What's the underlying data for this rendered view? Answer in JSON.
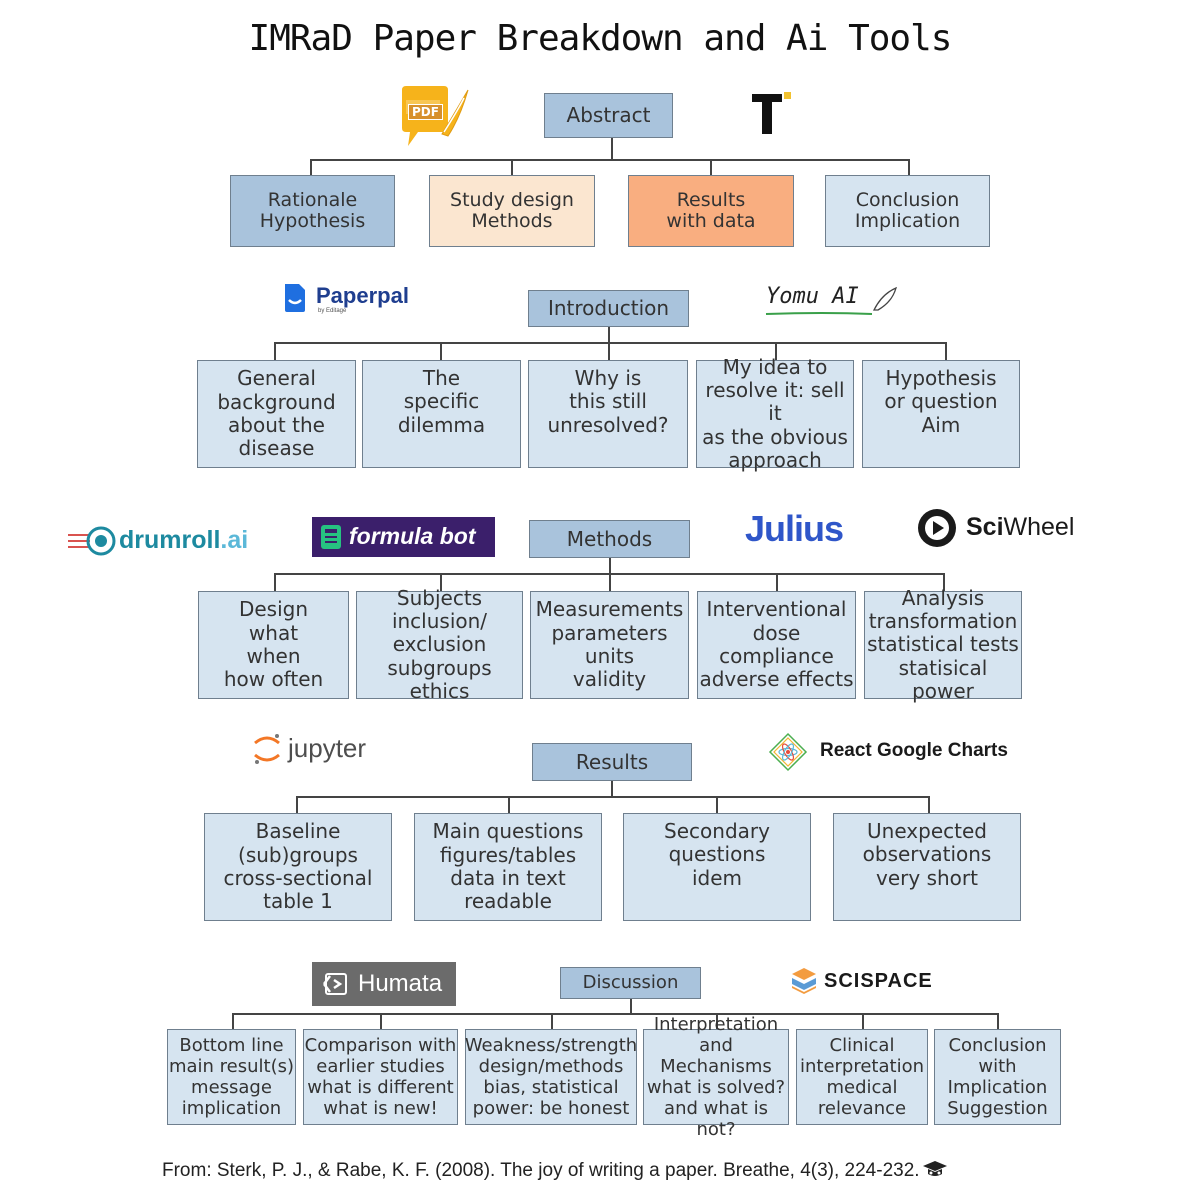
{
  "title": "IMRaD Paper Breakdown and Ai Tools",
  "abstract": {
    "head": "Abstract",
    "items": [
      "Rationale\nHypothesis",
      "Study design\nMethods",
      "Results\nwith data",
      "Conclusion\nImplication"
    ]
  },
  "introduction": {
    "head": "Introduction",
    "items": [
      "General\nbackground\nabout the\ndisease",
      "The\nspecific\ndilemma",
      "Why is\nthis still\nunresolved?",
      "My idea to\nresolve it: sell it\nas the obvious\napproach",
      "Hypothesis\nor question\nAim"
    ]
  },
  "methods": {
    "head": "Methods",
    "items": [
      "Design\nwhat\nwhen\nhow often",
      "Subjects\ninclusion/\nexclusion\nsubgroups ethics",
      "Measurements\nparameters\nunits\nvalidity",
      "Interventional\ndose\ncompliance\nadverse effects",
      "Analysis\ntransformation\nstatistical tests\nstatisical power"
    ]
  },
  "results": {
    "head": "Results",
    "items": [
      "Baseline\n(sub)groups\ncross-sectional\ntable 1",
      "Main questions\nfigures/tables\ndata in text\nreadable",
      "Secondary\nquestions\nidem",
      "Unexpected\nobservations\nvery short"
    ]
  },
  "discussion": {
    "head": "Discussion",
    "items": [
      "Bottom line\nmain result(s)\nmessage\nimplication",
      "Comparison with\nearlier studies\nwhat is different\nwhat is new!",
      "Weakness/strength\ndesign/methods\nbias, statistical\npower: be honest",
      "Interpretation\nand Mechanisms\nwhat is solved?\nand what is not?",
      "Clinical\ninterpretation\nmedical\nrelevance",
      "Conclusion\nwith\nImplication\nSuggestion"
    ]
  },
  "tools": {
    "pdf_badge": "PDF",
    "paperpal": "Paperpal",
    "paperpal_sub": "by Editage",
    "yomu": "Yomu AI",
    "drumroll_main": "drumroll",
    "drumroll_tld": ".ai",
    "formulabot": "formula bot",
    "julius": "Julius",
    "sciwheel_a": "Sci",
    "sciwheel_b": "Wheel",
    "jupyter": "jupyter",
    "react_charts": "React Google Charts",
    "humata": "Humata",
    "scispace": "SCISPACE"
  },
  "footer": "From: Sterk, P. J., & Rabe, K. F. (2008). The joy of writing a paper. Breathe, 4(3), 224-232.",
  "colors": {
    "head_blue": "#a9c3dc",
    "light_blue": "#d6e4f0",
    "peach": "#fbe6d0",
    "orange": "#f9ae80",
    "formulabot_purple": "#3b1f6b",
    "julius_blue": "#2f56c9",
    "drumroll_teal": "#1d8aa0",
    "humata_gray": "#6b6b6b"
  }
}
